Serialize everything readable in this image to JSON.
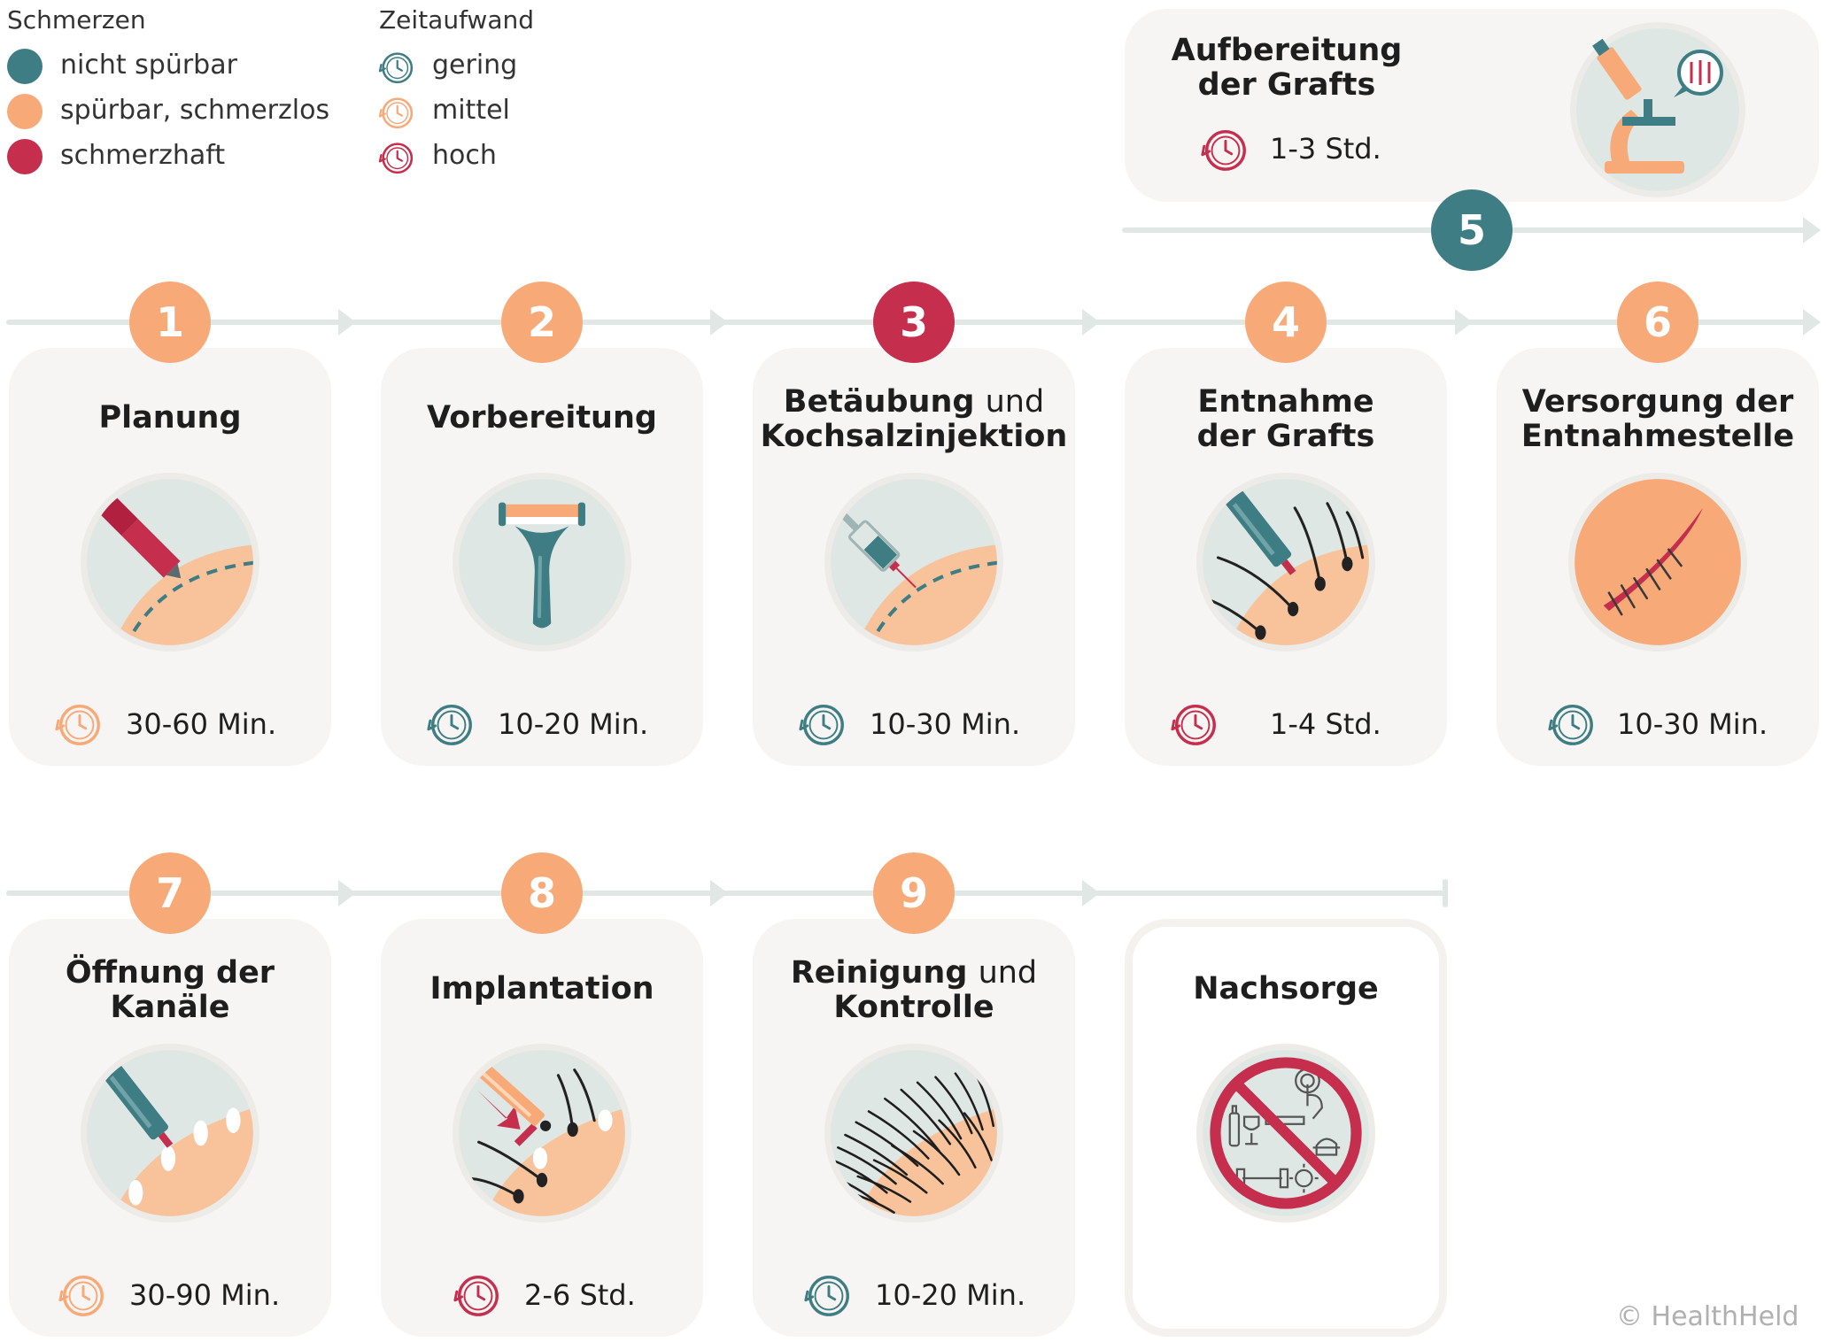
{
  "colors": {
    "teal": "#3d7d83",
    "peach": "#f8a978",
    "red": "#c52e4c",
    "track": "#e0e7e4",
    "card": "#f6f5f3"
  },
  "legend": {
    "pain_heading": "Schmerzen",
    "pain": [
      {
        "label": "nicht spürbar",
        "color": "#3d7d83"
      },
      {
        "label": "spürbar, schmerzlos",
        "color": "#f8a978"
      },
      {
        "label": "schmerzhaft",
        "color": "#c52e4c"
      }
    ],
    "time_heading": "Zeitaufwand",
    "time": [
      {
        "label": "gering",
        "color": "#3d7d83"
      },
      {
        "label": "mittel",
        "color": "#f8a978"
      },
      {
        "label": "hoch",
        "color": "#c52e4c"
      }
    ]
  },
  "steps": [
    {
      "number": "1",
      "title_bold_1": "Planung",
      "time": "30-60 Min.",
      "pain_color": "#f8a978",
      "time_color": "#f8a978",
      "icon": "marker-pen-icon"
    },
    {
      "number": "2",
      "title_bold_1": "Vorbereitung",
      "time": "10-20 Min.",
      "pain_color": "#f8a978",
      "time_color": "#3d7d83",
      "icon": "razor-icon"
    },
    {
      "number": "3",
      "title_bold_1": "Betäubung",
      "title_norm": "und",
      "title_bold_2": "Kochsalzinjektion",
      "time": "10-30 Min.",
      "pain_color": "#c52e4c",
      "time_color": "#3d7d83",
      "icon": "syringe-icon"
    },
    {
      "number": "4",
      "title_bold_1": "Entnahme",
      "title_bold_2": "der Grafts",
      "time": "1-4 Std.",
      "pain_color": "#f8a978",
      "time_color": "#c52e4c",
      "icon": "punch-extraction-icon"
    },
    {
      "number": "5",
      "title_bold_1": "Aufbereitung",
      "title_bold_2": "der Grafts",
      "time": "1-3 Std.",
      "pain_color": "#3d7d83",
      "time_color": "#c52e4c",
      "icon": "microscope-icon"
    },
    {
      "number": "6",
      "title_bold_1": "Versorgung der",
      "title_bold_2": "Entnahmestelle",
      "time": "10-30 Min.",
      "pain_color": "#f8a978",
      "time_color": "#3d7d83",
      "icon": "wound-stitches-icon"
    },
    {
      "number": "7",
      "title_bold_1": "Öffnung der",
      "title_bold_2": "Kanäle",
      "time": "30-90 Min.",
      "pain_color": "#f8a978",
      "time_color": "#f8a978",
      "icon": "channel-opening-icon"
    },
    {
      "number": "8",
      "title_bold_1": "Implantation",
      "time": "2-6 Std.",
      "pain_color": "#f8a978",
      "time_color": "#c52e4c",
      "icon": "implantation-icon"
    },
    {
      "number": "9",
      "title_bold_1": "Reinigung",
      "title_norm": "und",
      "title_bold_2": "Kontrolle",
      "time": "10-20 Min.",
      "pain_color": "#f8a978",
      "time_color": "#3d7d83",
      "icon": "dense-hair-icon"
    }
  ],
  "aftercare": {
    "title": "Nachsorge",
    "icon": "prohibited-activities-icon"
  },
  "credit": "© HealthHeld"
}
